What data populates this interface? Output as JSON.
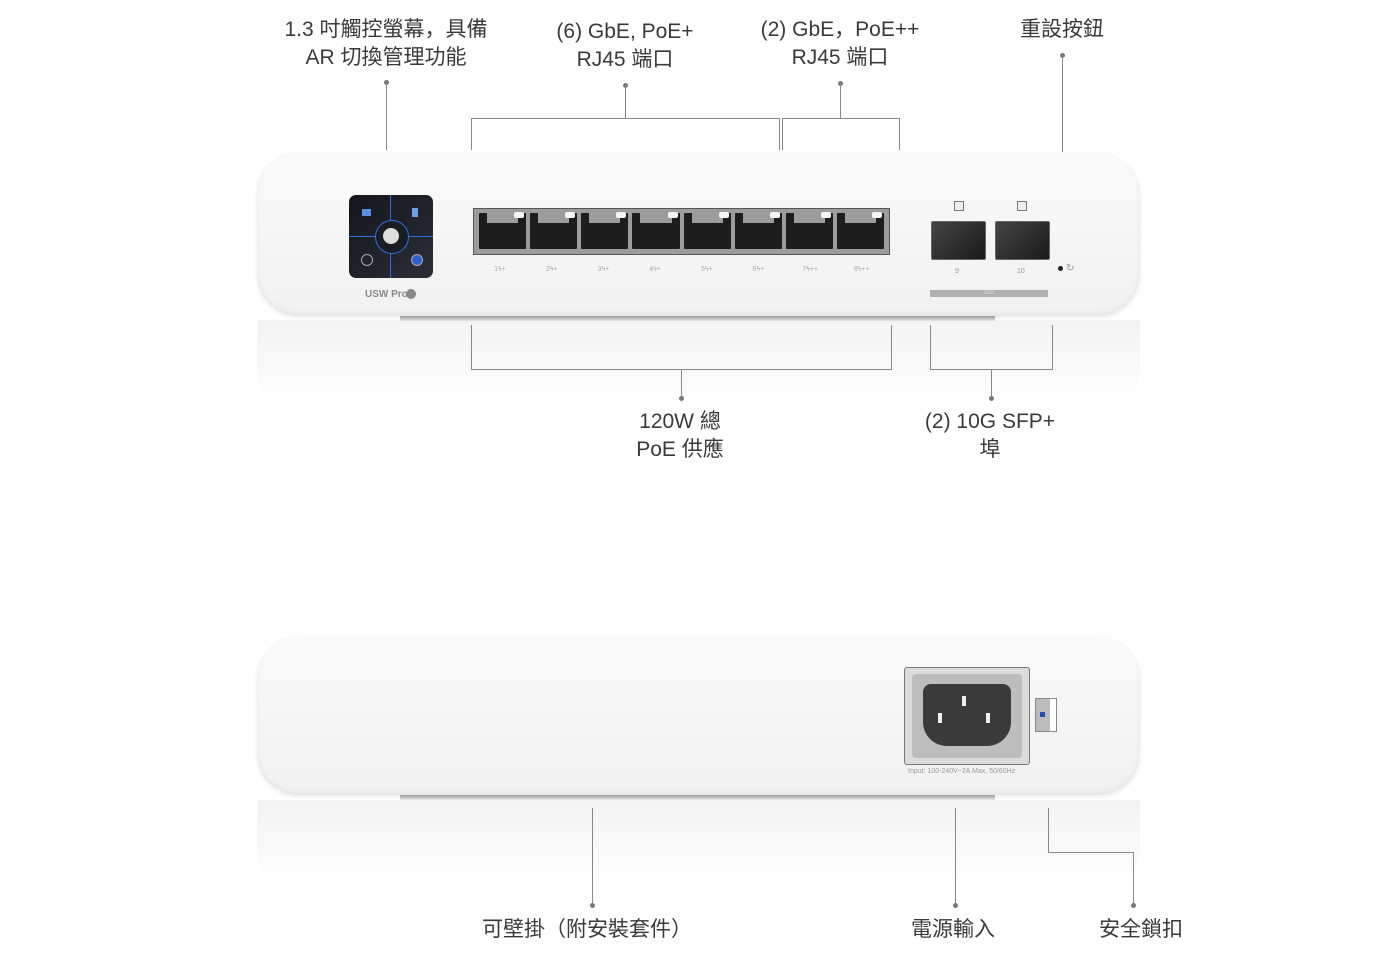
{
  "callouts": {
    "touchscreen": [
      "1.3 吋觸控螢幕，具備",
      "AR 切換管理功能"
    ],
    "gbe_poe_plus": [
      "(6) GbE, PoE+",
      "RJ45 端口"
    ],
    "gbe_poe_plusplus": [
      "(2) GbE，PoE++",
      "RJ45 端口"
    ],
    "reset": "重設按鈕",
    "poe_budget": [
      "120W 總",
      "PoE 供應"
    ],
    "sfp": [
      "(2) 10G SFP+",
      "埠"
    ],
    "wall_mount": "可壁掛（附安裝套件）",
    "power_input": "電源輸入",
    "security_lock": "安全鎖扣"
  },
  "front": {
    "model_label": "USW Pro",
    "port_labels": [
      "1ϟ+",
      "2ϟ+",
      "3ϟ+",
      "4ϟ+",
      "5ϟ+",
      "6ϟ+",
      "7ϟ++",
      "8ϟ++"
    ],
    "sfp_labels": [
      "9",
      "10"
    ],
    "uplink_bar_label": "10G"
  },
  "rear": {
    "power_spec": "Input: 100-240V~2A Max, 50/60Hz"
  },
  "colors": {
    "screen_accent": "#2f6fe0",
    "lock_icon": "#1d4fb8"
  }
}
